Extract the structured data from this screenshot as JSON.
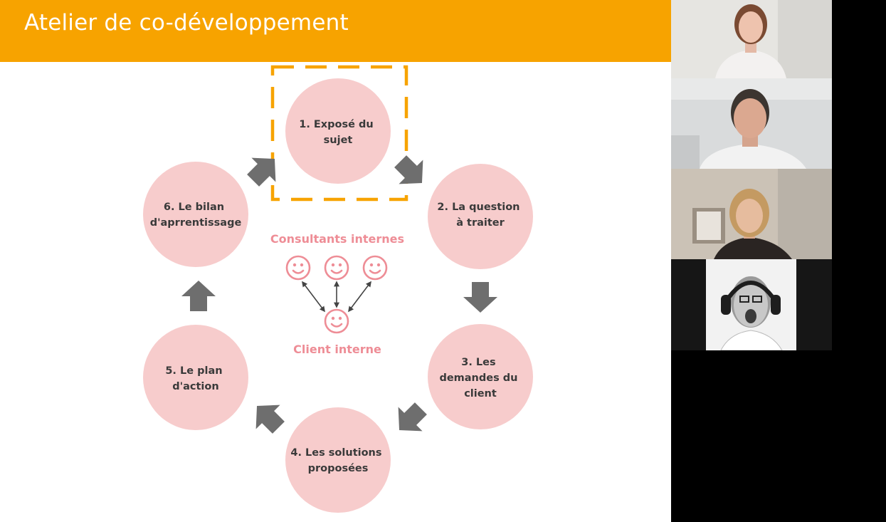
{
  "slide": {
    "title": "Atelier de co-développement",
    "accent_color": "#f7a300",
    "circle_color": "#f7cccc",
    "pink_text_color": "#ee8d96",
    "arrow_color": "#6e6e6e"
  },
  "steps": [
    {
      "lines": [
        "1. Exposé du",
        "sujet"
      ],
      "highlighted": true
    },
    {
      "lines": [
        "2. La question",
        "à traiter"
      ]
    },
    {
      "lines": [
        "3. Les",
        "demandes du",
        "client"
      ]
    },
    {
      "lines": [
        "4. Les solutions",
        "proposées"
      ]
    },
    {
      "lines": [
        "5. Le plan",
        "d'action"
      ]
    },
    {
      "lines": [
        "6. Le bilan",
        "d'aprrentissage"
      ]
    }
  ],
  "center": {
    "consultants_label": "Consultants internes",
    "client_label": "Client interne",
    "consultant_count": 3,
    "icon": "smiley-icon"
  },
  "participants": [
    {
      "icon": "participant-video"
    },
    {
      "icon": "participant-video"
    },
    {
      "icon": "participant-video"
    },
    {
      "icon": "participant-video"
    }
  ]
}
